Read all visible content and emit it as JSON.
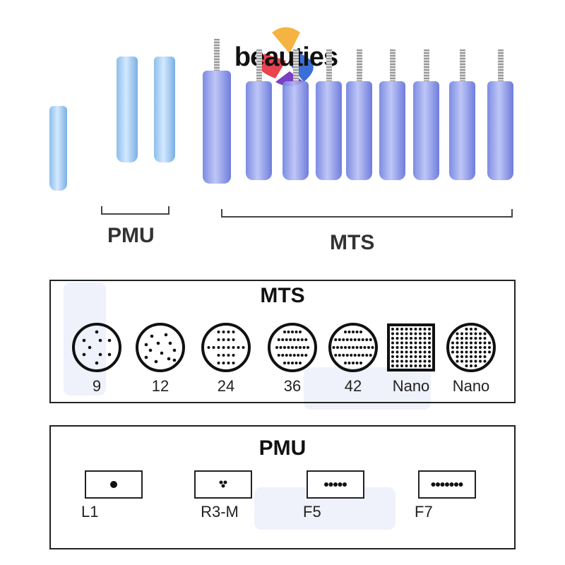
{
  "brand": {
    "logo_text": "beauties",
    "colors": [
      "#f5b342",
      "#e8434f",
      "#3b6fd8",
      "#7a3fc4"
    ]
  },
  "product": {
    "groups": [
      {
        "label": "PMU",
        "count": 3
      },
      {
        "label": "MTS",
        "count": 9
      }
    ]
  },
  "mts_panel": {
    "title": "MTS",
    "items": [
      {
        "label": "9",
        "shape": "circle"
      },
      {
        "label": "12",
        "shape": "circle"
      },
      {
        "label": "24",
        "shape": "circle"
      },
      {
        "label": "36",
        "shape": "circle"
      },
      {
        "label": "42",
        "shape": "circle"
      },
      {
        "label": "Nano",
        "shape": "square"
      },
      {
        "label": "Nano",
        "shape": "circle"
      }
    ]
  },
  "pmu_panel": {
    "title": "PMU",
    "items": [
      {
        "label": "L1",
        "dots": 1
      },
      {
        "label": "R3-M",
        "dots": 3
      },
      {
        "label": "F5",
        "dots": 5
      },
      {
        "label": "F7",
        "dots": 7
      }
    ]
  }
}
